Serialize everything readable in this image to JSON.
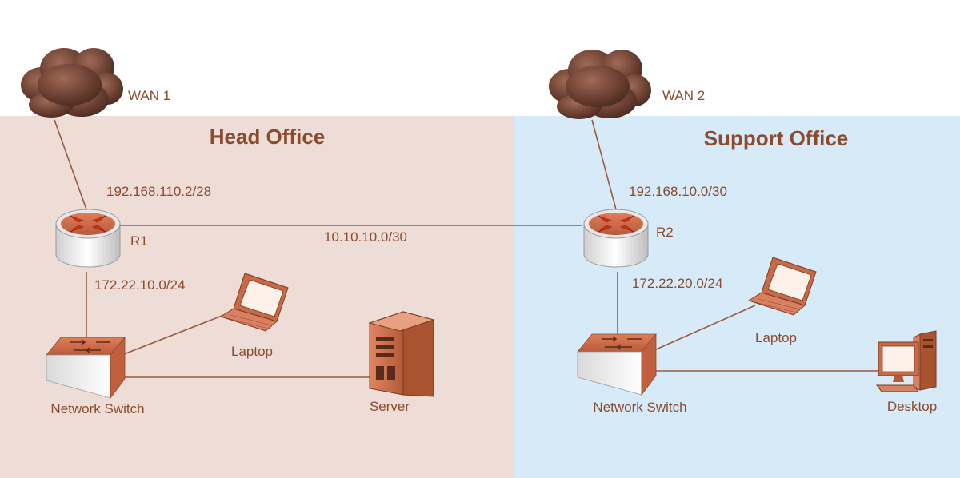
{
  "offices": {
    "head": {
      "title": "Head Office"
    },
    "support": {
      "title": "Support Office"
    }
  },
  "wan": {
    "wan1": "WAN 1",
    "wan2": "WAN 2"
  },
  "routers": {
    "r1": "R1",
    "r2": "R2"
  },
  "subnets": {
    "r1_wan": "192.168.110.2/28",
    "r2_wan": "192.168.10.0/30",
    "r1_r2_link": "10.10.10.0/30",
    "head_lan": "172.22.10.0/24",
    "support_lan": "172.22.20.0/24"
  },
  "devices": {
    "head_switch": "Network Switch",
    "head_laptop": "Laptop",
    "server": "Server",
    "support_switch": "Network Switch",
    "support_laptop": "Laptop",
    "desktop": "Desktop"
  },
  "colors": {
    "head_zone": "#eedcd6",
    "support_zone": "#d7eaf8",
    "label": "#8a4b2e",
    "device": "#c86a45",
    "cloud": "#7a4a3a",
    "arrow": "#d32f1f"
  }
}
